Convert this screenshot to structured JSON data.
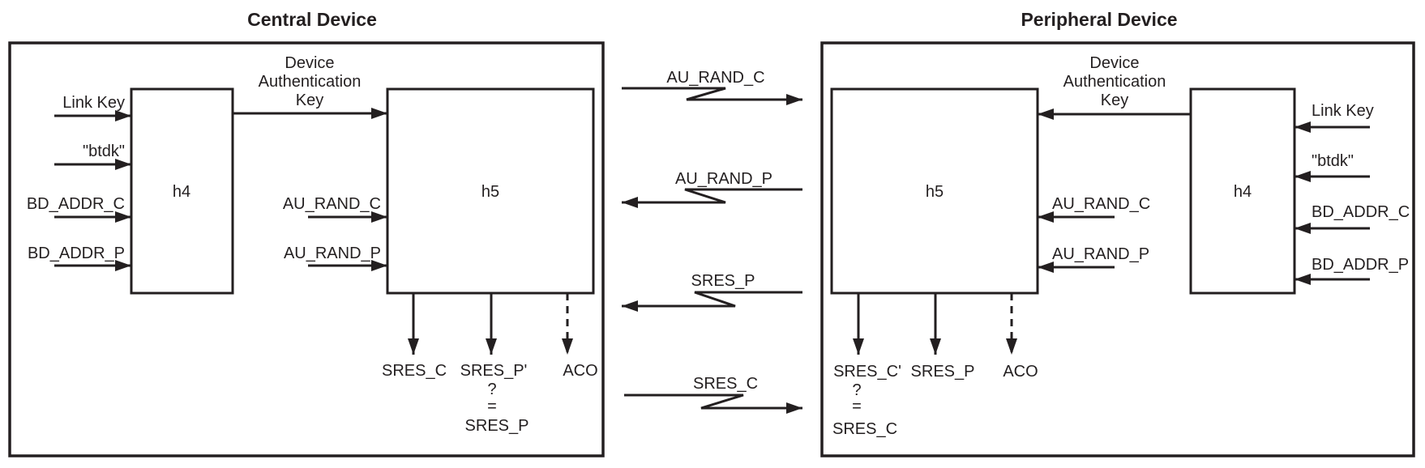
{
  "colors": {
    "ink": "#231f20",
    "background": "#ffffff"
  },
  "central": {
    "title": "Central Device",
    "h4": "h4",
    "h5": "h5",
    "inputs": [
      "Link Key",
      "\"btdk\"",
      "BD_ADDR_C",
      "BD_ADDR_P"
    ],
    "auth_key": [
      "Device",
      "Authentication",
      "Key"
    ],
    "h5_inputs": [
      "AU_RAND_C",
      "AU_RAND_P"
    ],
    "outputs": [
      "SRES_C",
      "SRES_P'",
      "ACO"
    ],
    "check": [
      "?",
      "=",
      "SRES_P"
    ]
  },
  "peripheral": {
    "title": "Peripheral Device",
    "h4": "h4",
    "h5": "h5",
    "inputs": [
      "Link Key",
      "\"btdk\"",
      "BD_ADDR_C",
      "BD_ADDR_P"
    ],
    "auth_key": [
      "Device",
      "Authentication",
      "Key"
    ],
    "h5_inputs": [
      "AU_RAND_C",
      "AU_RAND_P"
    ],
    "outputs": [
      "SRES_C'",
      "SRES_P",
      "ACO"
    ],
    "check": [
      "?",
      "=",
      "SRES_C"
    ]
  },
  "messages": [
    "AU_RAND_C",
    "AU_RAND_P",
    "SRES_P",
    "SRES_C"
  ]
}
